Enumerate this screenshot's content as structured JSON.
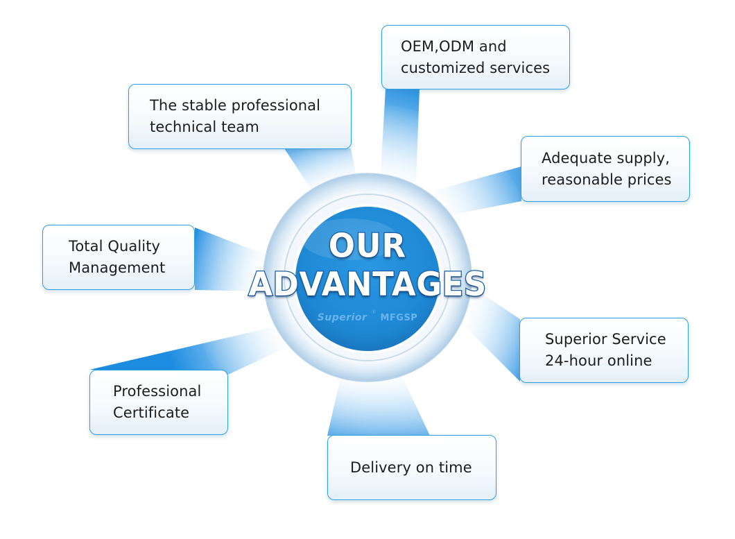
{
  "title": {
    "line1": "OUR",
    "line2": "ADVANTAGES"
  },
  "logos": {
    "brand_a": "Superior",
    "brand_b": "MFGSP"
  },
  "advantages": [
    {
      "label": "OEM,ODM and\ncustomized services"
    },
    {
      "label": "The stable professional\ntechnical team"
    },
    {
      "label": "Adequate supply,\nreasonable prices"
    },
    {
      "label": "Total Quality\nManagement"
    },
    {
      "label": "Superior Service\n24-hour online"
    },
    {
      "label": "Professional\nCertificate"
    },
    {
      "label": "Delivery on time"
    }
  ],
  "colors": {
    "accent": "#2b9ee8",
    "hub_fill": "#1e88d4",
    "title_outline": "#1a5fa3",
    "ray_light": "#eaf6ff",
    "ray_dark": "#1c8ce0"
  }
}
